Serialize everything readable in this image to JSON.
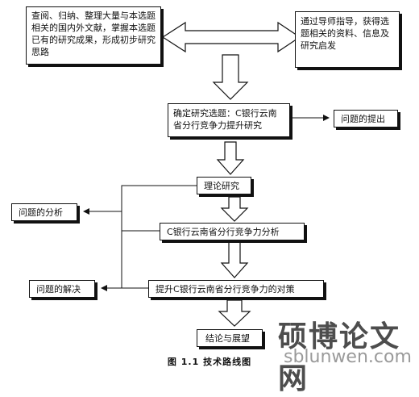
{
  "boxes": {
    "literature": "查阅、归纳、整理大量与本选题相关的国内外文献，掌握本选题已有的研究成果，形成初步研究思路",
    "advisor": "通过导师指导，获得选题相关的资料、信息及研究启发",
    "topic": "确定研究选题：C银行云南省分行竞争力提升研究",
    "problem_raised": "问题的提出",
    "theory": "理论研究",
    "problem_analysis": "问题的分析",
    "competitiveness_analysis": "C银行云南省分行竞争力分析",
    "problem_solution": "问题的解决",
    "strategy": "提升C银行云南省分行竞争力的对策",
    "conclusion": "结论与展望"
  },
  "caption": "图 1.1  技术路线图",
  "watermark": {
    "brand": "硕博论文网",
    "url": "sblunwen.com"
  }
}
